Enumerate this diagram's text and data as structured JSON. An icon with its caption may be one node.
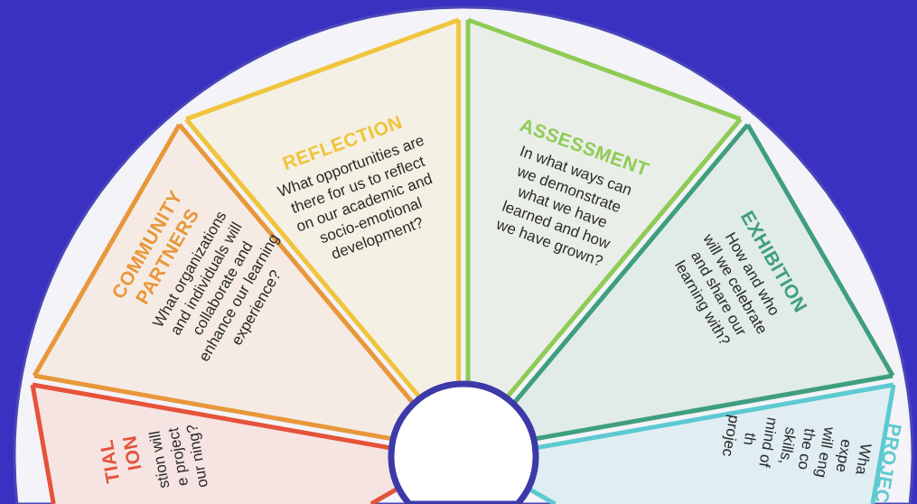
{
  "diagram": {
    "nodes": [
      {
        "text": [
          "TIAL ION",
          "stion will e project our ning?"
        ]
      },
      {
        "text": [
          "COMMUNITY PARTNERS",
          "What organizations and individuals will collaborate and enhance our learning experience?"
        ]
      },
      {
        "text": [
          "REFLECTION",
          "What opportunities are there for us to reflect on our academic and socio-emotional development?"
        ]
      },
      {
        "text": [
          "ASSESSMENT",
          "In what ways can we demonstrate what we have learned and how we have grown?"
        ]
      },
      {
        "text": [
          "EXHIBITION",
          "How and who will we celebrate and share our learning with?"
        ]
      },
      {
        "text": [
          "PROJEC",
          "Wha expe will eng the co skills, mind of th projec"
        ]
      },
      {
        "text": [],
        "shape": "circle"
      }
    ]
  }
}
